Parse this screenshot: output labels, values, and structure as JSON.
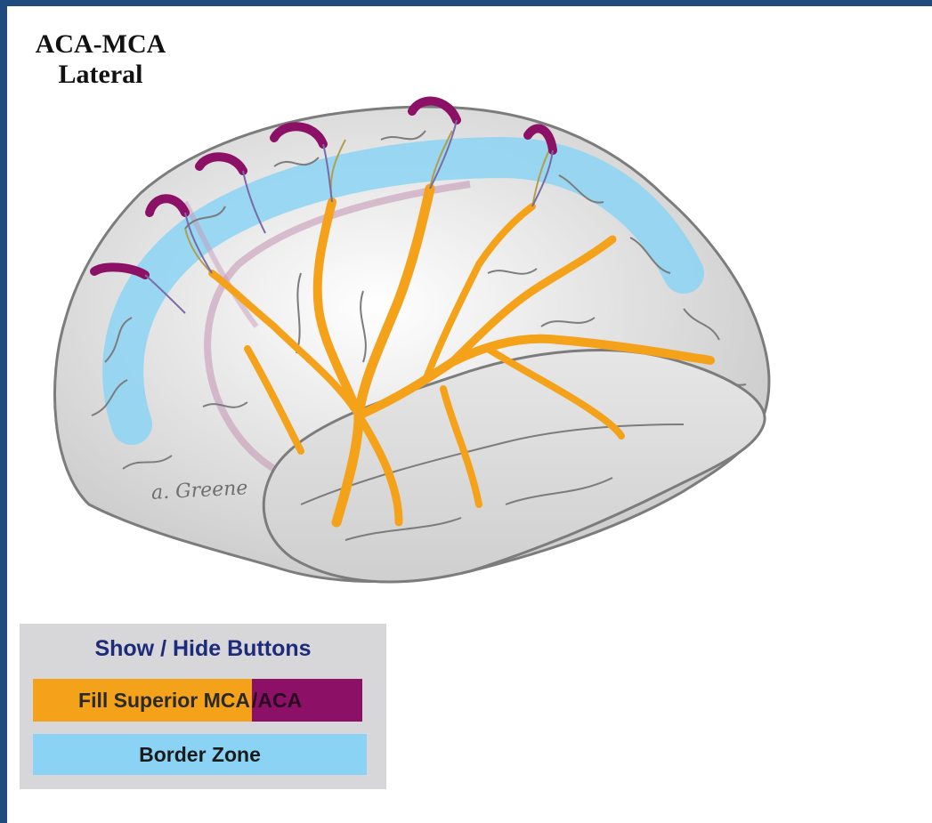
{
  "title": {
    "line1": "ACA-MCA",
    "line2": "Lateral"
  },
  "signature": "a. Greene",
  "panel": {
    "title": "Show / Hide Buttons",
    "buttons": {
      "fill_superior_mca": "Fill Superior MCA",
      "aca": "/ACA",
      "border_zone": "Border Zone"
    }
  },
  "colors": {
    "background_border": "#1f4b7e",
    "mca": "#f5a21b",
    "aca": "#8c1066",
    "border_zone": "#8bd3f4",
    "brain": "#d9d9d9",
    "panel": "#d7d7d9",
    "panel_title": "#1e2a7a"
  }
}
